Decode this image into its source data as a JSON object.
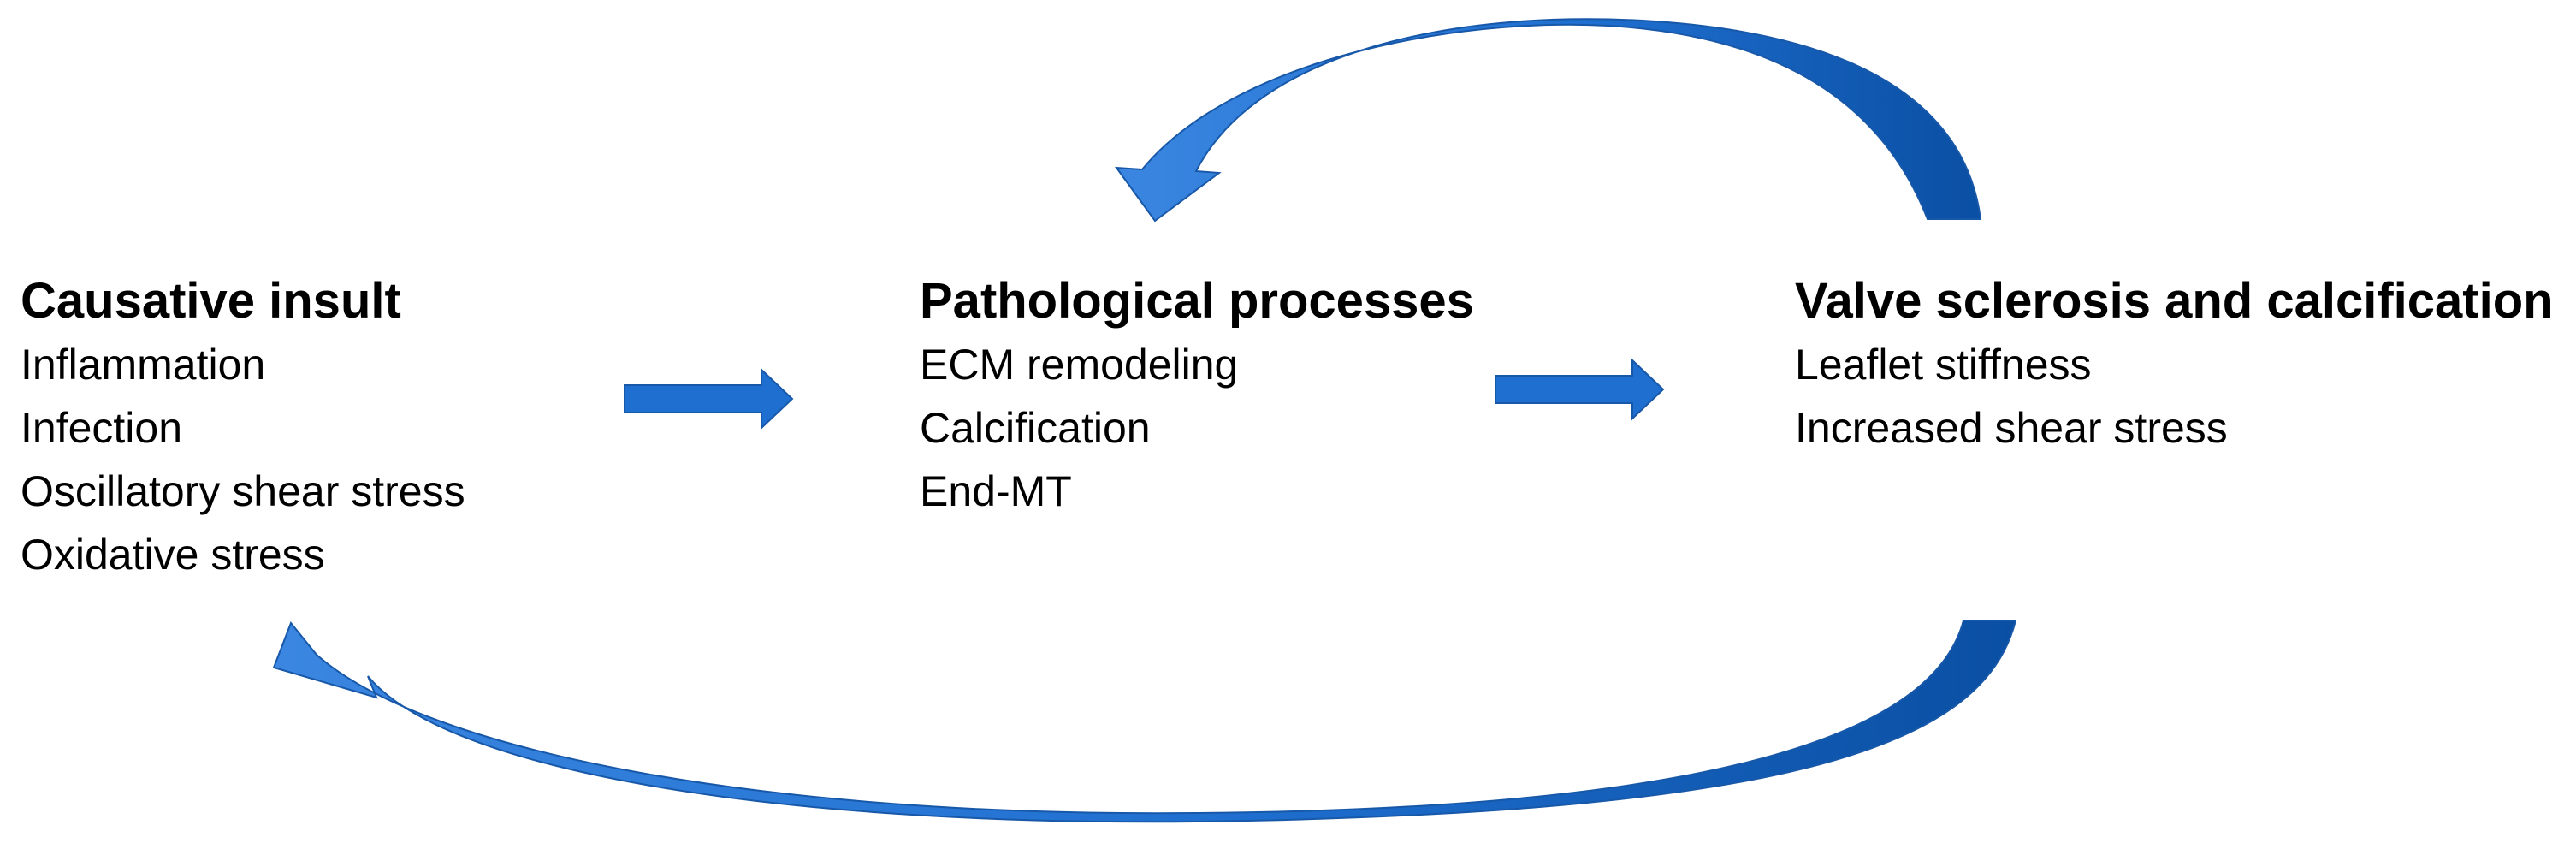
{
  "colors": {
    "arrow_fill": "#1f6fd0",
    "arrow_dark": "#0a4fa3",
    "text": "#000000"
  },
  "blocks": [
    {
      "heading": "Causative insult",
      "items": [
        "Inflammation",
        "Infection",
        "Oscillatory shear stress",
        "Oxidative stress"
      ]
    },
    {
      "heading": "Pathological processes",
      "items": [
        "ECM remodeling",
        "Calcification",
        "End-MT"
      ]
    },
    {
      "heading": "Valve sclerosis and calcification",
      "items": [
        "Leaflet stiffness",
        "Increased shear stress"
      ]
    }
  ],
  "arrows": [
    {
      "from": "Causative insult",
      "to": "Pathological processes",
      "shape": "block-right-arrow"
    },
    {
      "from": "Pathological processes",
      "to": "Valve sclerosis and calcification",
      "shape": "block-right-arrow"
    },
    {
      "from": "Valve sclerosis and calcification",
      "to": "Pathological processes",
      "shape": "curved-arrow-top"
    },
    {
      "from": "Valve sclerosis and calcification",
      "to": "Causative insult",
      "shape": "curved-arrow-bottom"
    }
  ]
}
